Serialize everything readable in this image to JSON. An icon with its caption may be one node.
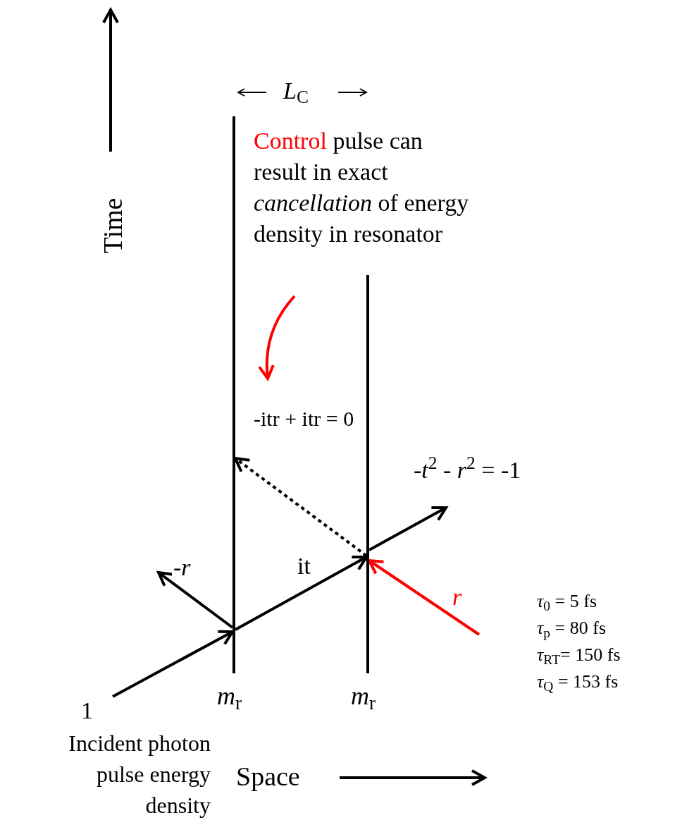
{
  "diagram": {
    "nodes": [
      {
        "text": [
          "Control pulse can result in exact *cancellation* of energy density in resonator"
        ]
      },
      {
        "text": [
          "-itr + itr = 0"
        ]
      },
      {
        "text": [
          "1",
          "Incident photon pulse energy density"
        ]
      },
      {
        "text": [],
        "shape": "bar",
        "beside": [
          "*m*$_{r}$"
        ]
      },
      {
        "text": [],
        "shape": "bar",
        "beside": [
          "*m*$_{r}$"
        ]
      }
    ],
    "edges": [
      {
        "from": 0,
        "to": 1,
        "arrow": "to",
        "color": "#ff0000"
      },
      {
        "from": 2,
        "to": 3,
        "arrow": "to"
      },
      {
        "from": 3,
        "to": null,
        "arrow": "to",
        "label": "-*r*"
      },
      {
        "from": 3,
        "to": 4,
        "arrow": "to",
        "label": "it"
      },
      {
        "from": 4,
        "to": 3,
        "arrow": "to",
        "style": "dashed"
      },
      {
        "from": 4,
        "to": null,
        "arrow": "to",
        "label": "-*t*$^{2}$ - *r*$^{2}$ = -1"
      },
      {
        "from": null,
        "to": 4,
        "arrow": "to",
        "label": "*r*",
        "color": "#ff0000"
      }
    ],
    "labels": [
      "Time",
      "*L*$_{C}$",
      "Space",
      "*τ*$_{0}$ = 5 fs",
      "*τ*$_{p}$ = 80 fs",
      "*τ*$_{RT}$= 150 fs",
      "*τ*$_{Q}$ = 153 fs"
    ]
  }
}
